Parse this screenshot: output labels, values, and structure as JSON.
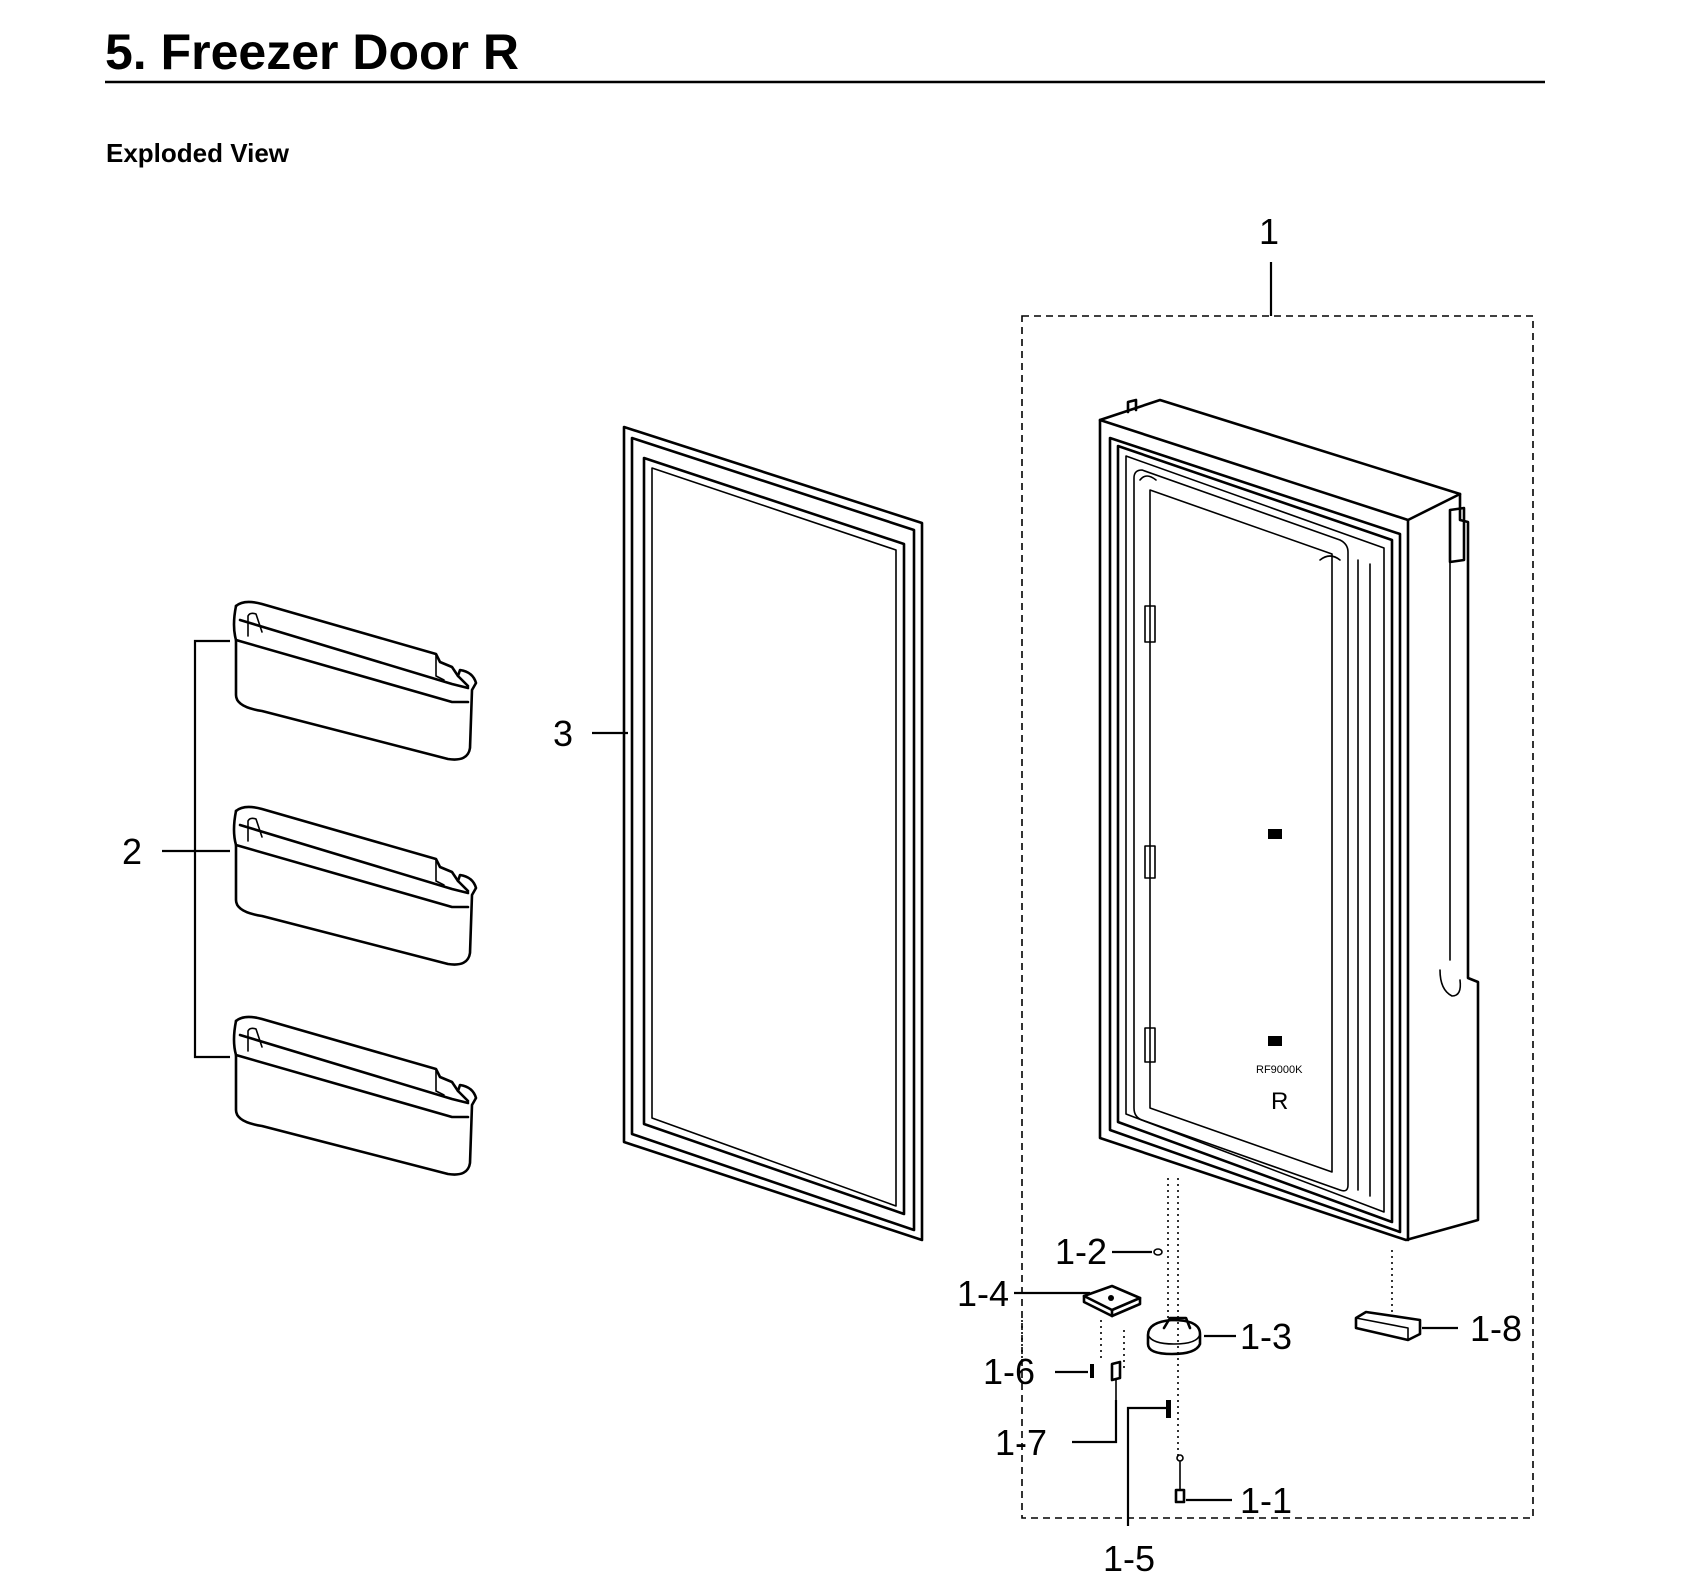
{
  "header": {
    "title": "5.  Freezer Door R",
    "subtitle": "Exploded View"
  },
  "callouts": {
    "door_assembly": "1",
    "shelves": "2",
    "gasket": "3",
    "p1_1": "1-1",
    "p1_2": "1-2",
    "p1_3": "1-3",
    "p1_4": "1-4",
    "p1_5": "1-5",
    "p1_6": "1-6",
    "p1_7": "1-7",
    "p1_8": "1-8"
  },
  "door_markings": {
    "model_code": "RF9000K",
    "side_letter": "R"
  }
}
